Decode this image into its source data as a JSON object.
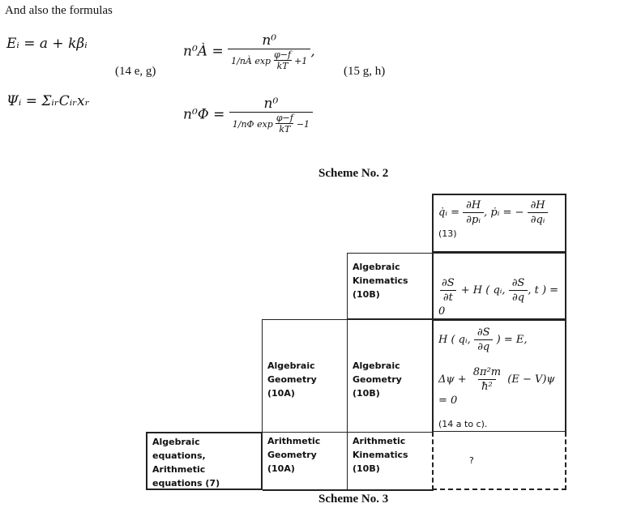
{
  "intro_text": "And also the formulas",
  "formulas": {
    "energy": "Eᵢ = a + kβᵢ",
    "psi": "Ψᵢ = ΣᵢᵣCᵢᵣxᵣ",
    "label_left": "(14 e, g)",
    "label_right": "(15 g, h)",
    "n_top_lhs": "n⁰À =",
    "n_top_num": "n⁰",
    "n_top_den_pre": "1/nÀ exp",
    "n_top_den_frac_num": "φ−f",
    "n_top_den_frac_den": "kT",
    "n_top_den_post": "+1",
    "n_top_comma": ",",
    "n_bottom_lhs": "n⁰Φ =",
    "n_bottom_num": "n⁰",
    "n_bottom_den_pre": "1/nΦ exp",
    "n_bottom_den_frac_num": "φ−f",
    "n_bottom_den_frac_den": "kT",
    "n_bottom_den_post": "−1"
  },
  "scheme2_title": "Scheme No. 2",
  "scheme3_title": "Scheme No. 3",
  "cells": {
    "hamilton": {
      "eq_qdot": "q̇ᵢ =",
      "eq_qdot_num": "∂H",
      "eq_qdot_den": "∂pᵢ",
      "eq_pdot": ", ṗᵢ = −",
      "eq_pdot_num": "∂H",
      "eq_pdot_den": "∂qᵢ",
      "ref": "(13)"
    },
    "alg_kin": {
      "label": "Algebraic Kinematics (10B)"
    },
    "hj_time": {
      "eq_num1": "∂S",
      "eq_den1": "∂t",
      "eq_mid": "+ H ( qᵢ,",
      "eq_num2": "∂S",
      "eq_den2": "∂q",
      "eq_end": ", t ) = 0"
    },
    "alg_geo_a": {
      "label": "Algebraic Geometry (10A)"
    },
    "alg_geo_b": {
      "label": "Algebraic Geometry (10B)"
    },
    "schrodinger": {
      "hj_pre": "H ( qᵢ,",
      "hj_num": "∂S",
      "hj_den": "∂q",
      "hj_end": ") = E,",
      "sch_pre": "Δψ +",
      "sch_num": "8π²m",
      "sch_den": "ħ²",
      "sch_end": "(E − V)ψ = 0",
      "ref": "(14 a to c)."
    },
    "alg_eq": {
      "label": "Algebraic equations, Arithmetic equations (7)"
    },
    "arith_geo": {
      "label": "Arithmetic Geometry (10A)"
    },
    "arith_kin": {
      "label": "Arithmetic Kinematics (10B)"
    },
    "unknown": {
      "label": "?"
    }
  }
}
